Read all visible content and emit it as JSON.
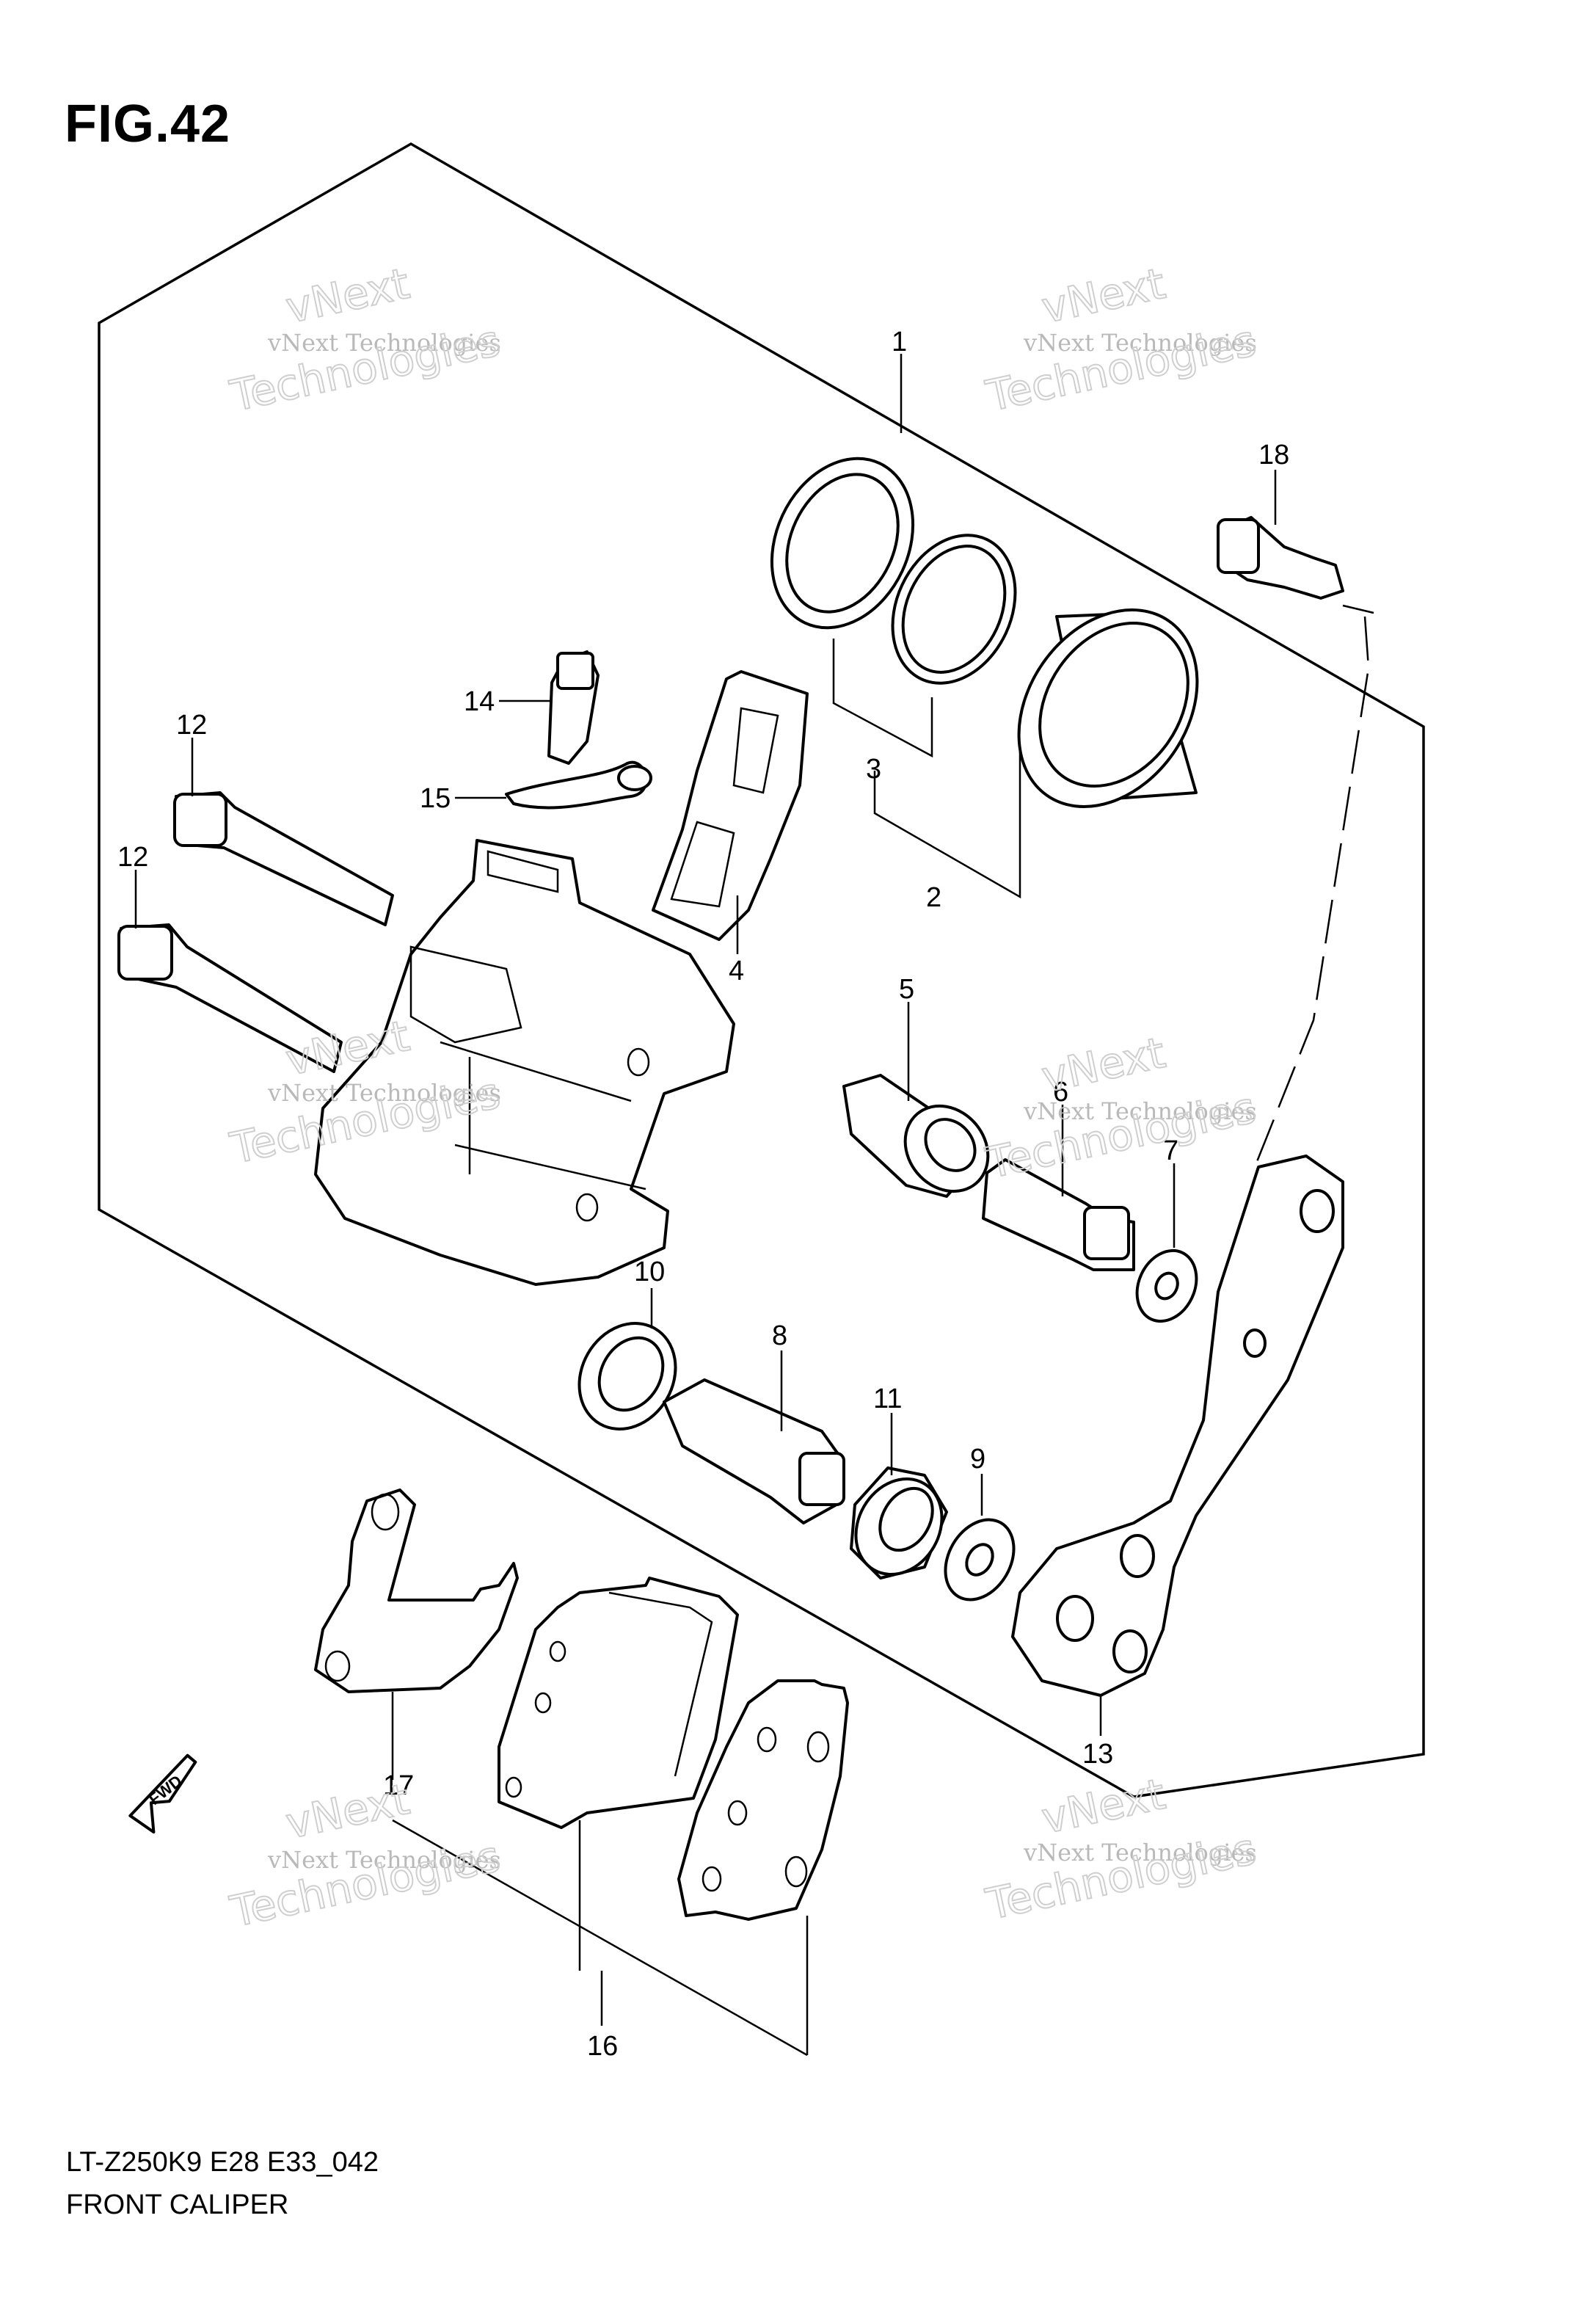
{
  "figure": {
    "title": "FIG.42",
    "footer_code": "LT-Z250K9 E28 E33_042",
    "footer_name": "FRONT CALIPER"
  },
  "watermark": {
    "line1": "vNext Technologies",
    "line2": "vNext",
    "line3": "Technologies"
  },
  "callouts": {
    "c1": "1",
    "c2": "2",
    "c3": "3",
    "c4": "4",
    "c5": "5",
    "c6": "6",
    "c7": "7",
    "c8": "8",
    "c9": "9",
    "c10": "10",
    "c11": "11",
    "c12a": "12",
    "c12b": "12",
    "c13": "13",
    "c14": "14",
    "c15": "15",
    "c16": "16",
    "c17": "17",
    "c18": "18"
  },
  "fwd_label": "FWD",
  "colors": {
    "line": "#000000",
    "watermark": "#c8c8c8",
    "background": "#ffffff"
  }
}
